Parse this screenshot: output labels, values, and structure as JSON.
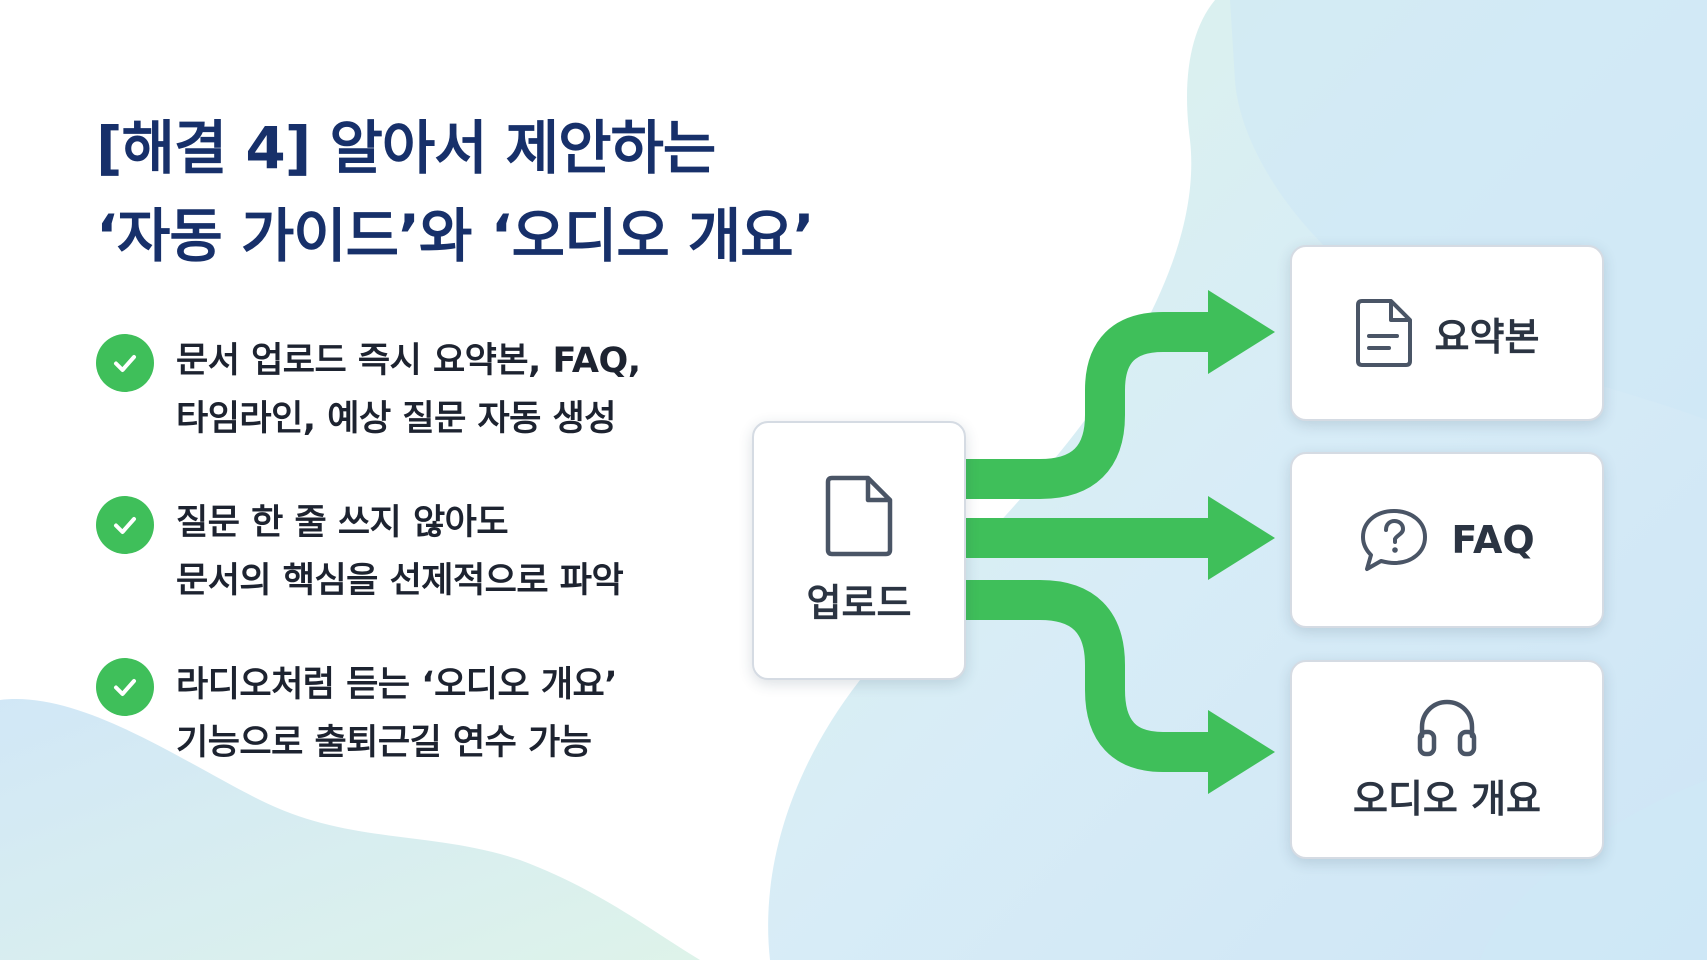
{
  "title": {
    "line1": "[해결 4] 알아서 제안하는",
    "line2": "‘자동 가이드’와 ‘오디오 개요’"
  },
  "bullets": [
    {
      "line1": "문서 업로드 즉시 요약본, FAQ,",
      "line2": "타임라인, 예상 질문 자동 생성",
      "icon": "check-circle-icon"
    },
    {
      "line1": "질문 한 줄 쓰지 않아도",
      "line2": "문서의 핵심을 선제적으로 파악",
      "icon": "check-circle-icon"
    },
    {
      "line1": "라디오처럼 듣는 ‘오디오 개요’",
      "line2": "기능으로 출퇴근길 연수 가능",
      "icon": "check-circle-icon"
    }
  ],
  "diagram": {
    "source": {
      "label": "업로드",
      "icon": "file-icon"
    },
    "outputs": [
      {
        "label": "요약본",
        "icon": "document-lines-icon"
      },
      {
        "label": "FAQ",
        "icon": "question-bubble-icon"
      },
      {
        "label": "오디오 개요",
        "icon": "headphones-icon"
      }
    ]
  },
  "colors": {
    "title": "#17306a",
    "text": "#1d2330",
    "accent_green": "#3fbf5a",
    "card_border": "#d5dbe3",
    "bg_blue": "#cfe6f5",
    "bg_mint": "#d6f2e4"
  }
}
